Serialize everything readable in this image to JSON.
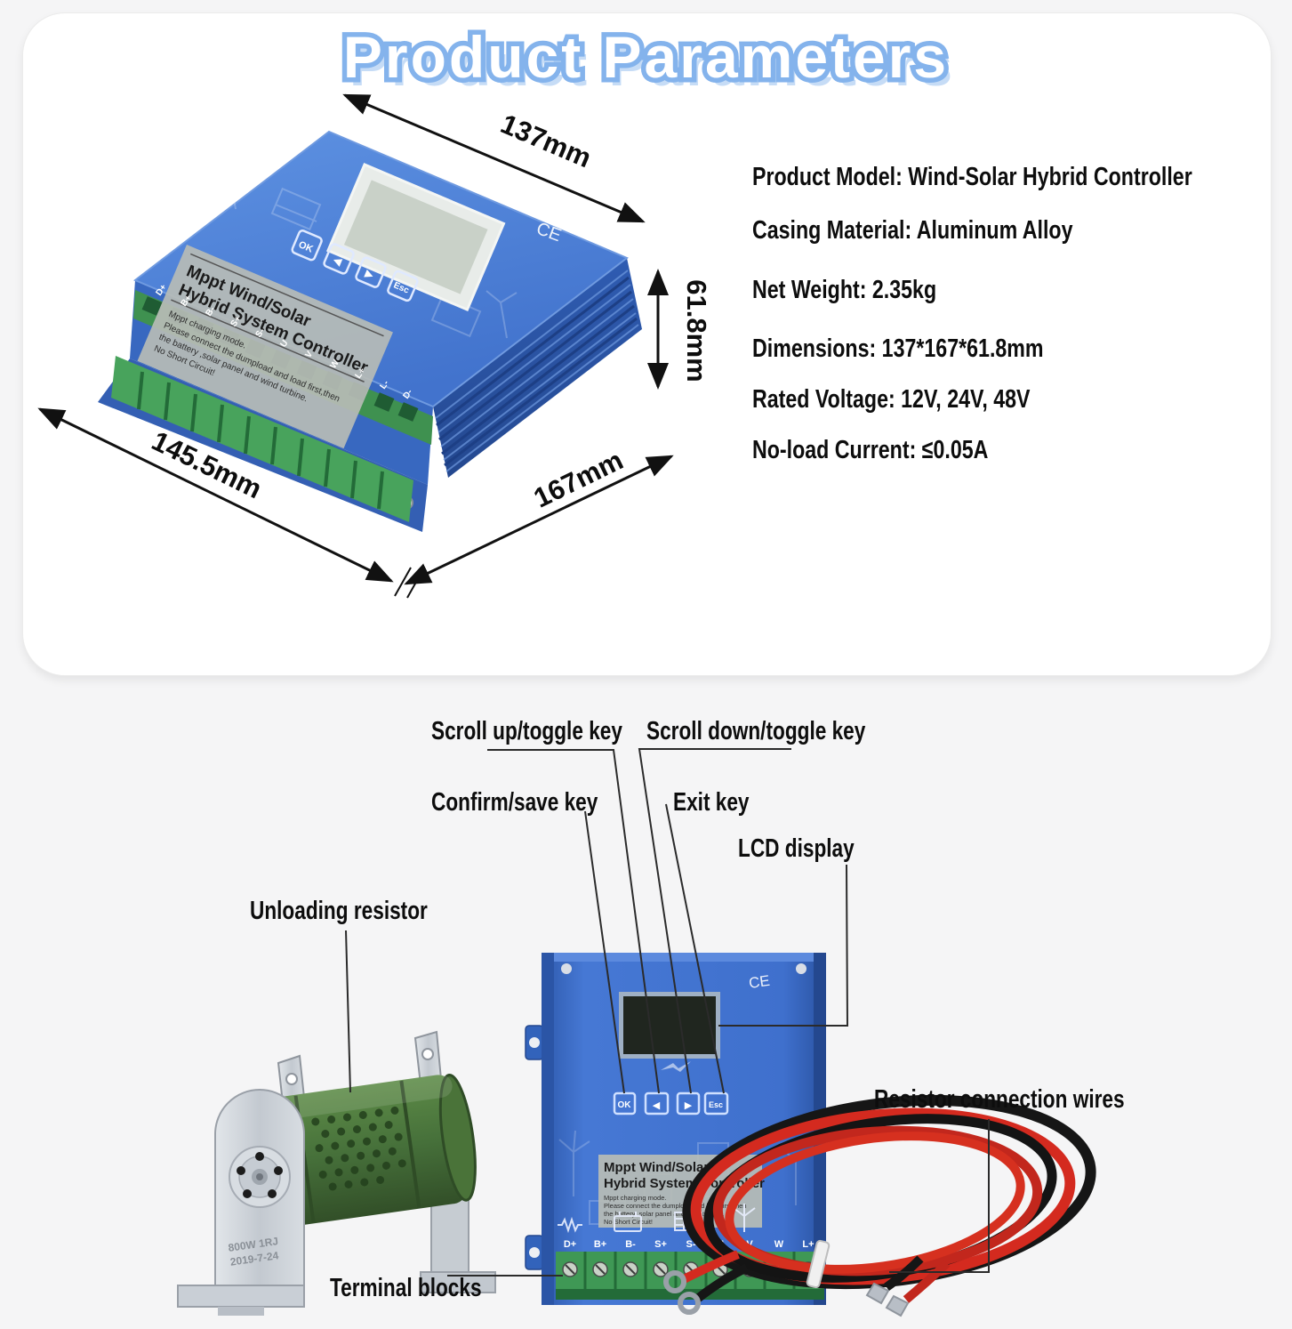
{
  "title": "Product Parameters",
  "specs": [
    "Product Model: Wind-Solar Hybrid Controller",
    "Casing Material: Aluminum Alloy",
    "Net Weight: 2.35kg",
    "Dimensions: 137*167*61.8mm",
    "Rated Voltage: 12V, 24V, 48V",
    "No-load Current: ≤0.05A"
  ],
  "dimensions": {
    "width": "137mm",
    "height": "61.8mm",
    "depth_left": "145.5mm",
    "depth_right": "167mm"
  },
  "device_label": {
    "title_line1": "Mppt Wind/Solar",
    "title_line2": "Hybrid System Controller",
    "note_line1": "Mppt charging mode.",
    "note_line2": "Please connect the dumpload and load first,then",
    "note_line3": "the battery ,solar panel and wind turbine.",
    "note_line4": "No Short Circuit!"
  },
  "buttons": {
    "ok": "OK",
    "left": "◀",
    "right": "▶",
    "esc": "Esc"
  },
  "ce_mark": "CE",
  "terminals": [
    "D+",
    "B+",
    "B-",
    "S+",
    "S-",
    "U",
    "V",
    "W",
    "L+",
    "L-",
    "D-"
  ],
  "callouts": {
    "scroll_up": "Scroll up/toggle key",
    "scroll_down": "Scroll down/toggle key",
    "confirm": "Confirm/save key",
    "exit": "Exit key",
    "lcd": "LCD display",
    "unloading_resistor": "Unloading resistor",
    "terminal_blocks": "Terminal blocks",
    "resistor_wires": "Resistor connection wires"
  },
  "resistor_markings": {
    "line1": "800W 1RJ",
    "line2": "2019-7-24"
  },
  "colors": {
    "title_blue": "#84b3ec",
    "device_blue": "#4578d2",
    "fin_blue": "#2b55a6",
    "terminal_green": "#3f9855",
    "resistor_green": "#4a7339",
    "wire_red": "#cc2920",
    "wire_black": "#191919",
    "label_gray": "#b7bcb6"
  }
}
